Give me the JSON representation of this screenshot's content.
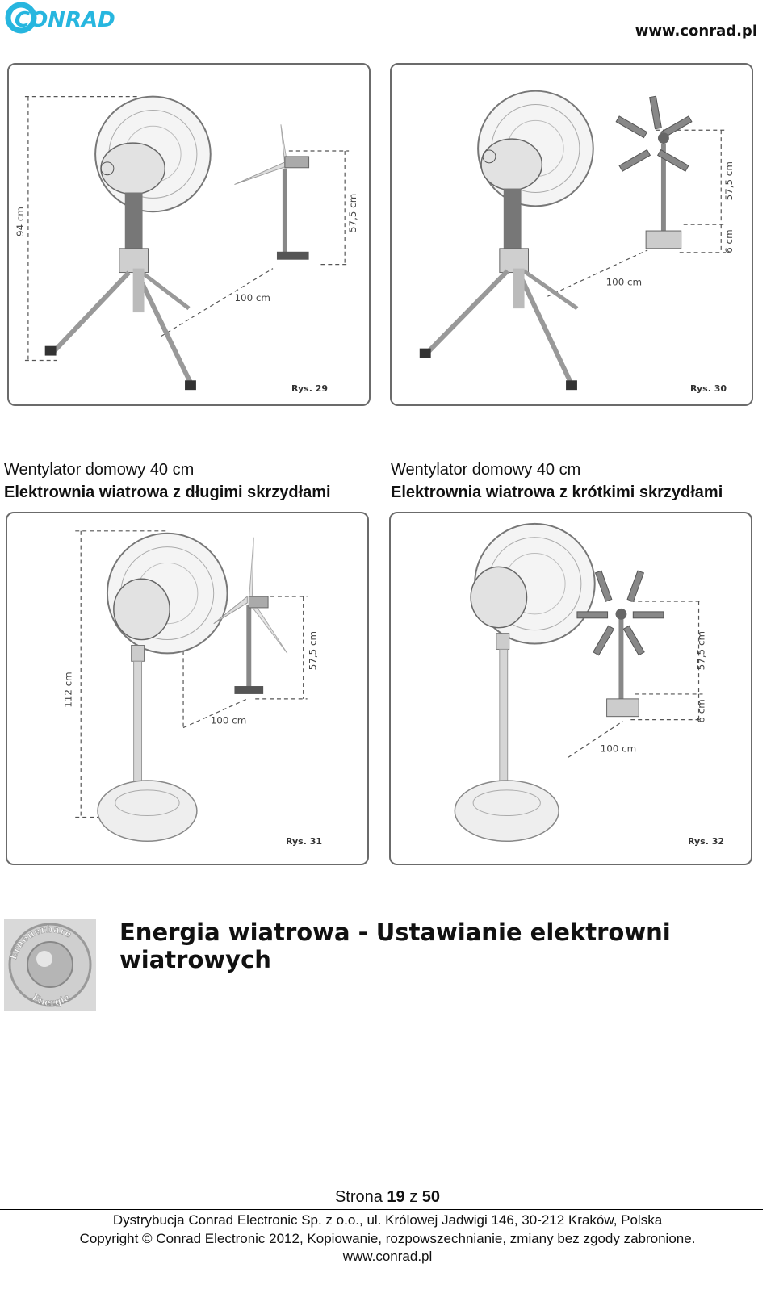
{
  "header": {
    "logo_text": "CONRAD",
    "site": "www.conrad.pl"
  },
  "figures": [
    {
      "label": "Rys. 29",
      "height_label": "94 cm",
      "turbine_label": "57,5 cm",
      "distance_label": "100 cm"
    },
    {
      "label": "Rys. 30",
      "turbine_label": "57,5 cm",
      "base_label": "6 cm",
      "distance_label": "100 cm"
    },
    {
      "label": "Rys. 31",
      "height_label": "112 cm",
      "turbine_label": "57,5 cm",
      "distance_label": "100 cm"
    },
    {
      "label": "Rys. 32",
      "turbine_label": "57,5 cm",
      "base_label": "6 cm",
      "distance_label": "100 cm"
    }
  ],
  "captions": [
    {
      "line1": "Wentylator domowy 40 cm",
      "line2": "Elektrownia wiatrowa z długimi skrzydłami"
    },
    {
      "line1": "Wentylator domowy 40 cm",
      "line2": "Elektrownia wiatrowa z krótkimi skrzydłami"
    }
  ],
  "section": {
    "icon_text_top": "Erneuerbare",
    "icon_text_bottom": "Energie",
    "title": "Energia wiatrowa - Ustawianie elektrowni wiatrowych"
  },
  "footer": {
    "page_prefix": "Strona ",
    "page_current": "19",
    "page_sep": " z ",
    "page_total": "50",
    "line1": "Dystrybucja Conrad Electronic Sp. z o.o., ul. Królowej Jadwigi 146, 30-212 Kraków, Polska",
    "line2": "Copyright © Conrad Electronic 2012, Kopiowanie, rozpowszechnianie, zmiany bez zgody zabronione.",
    "line3": "www.conrad.pl"
  }
}
